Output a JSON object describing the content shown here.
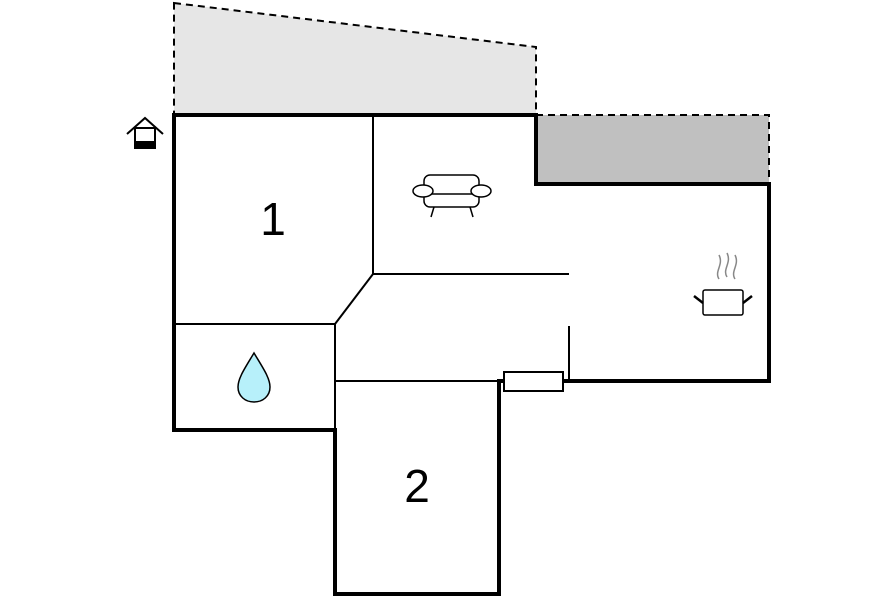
{
  "rooms": [
    {
      "id": "bedroom-1",
      "label": "1"
    },
    {
      "id": "bedroom-2",
      "label": "2"
    }
  ],
  "icons": {
    "entrance": "house-entrance-icon",
    "living_room": "sofa-icon",
    "kitchen": "cooking-pot-icon",
    "bathroom": "water-drop-icon"
  },
  "colors": {
    "wall": "#000000",
    "terrace_light": "#e6e6e6",
    "terrace_dark": "#c0c0c0",
    "water": "#b7f0fa"
  }
}
